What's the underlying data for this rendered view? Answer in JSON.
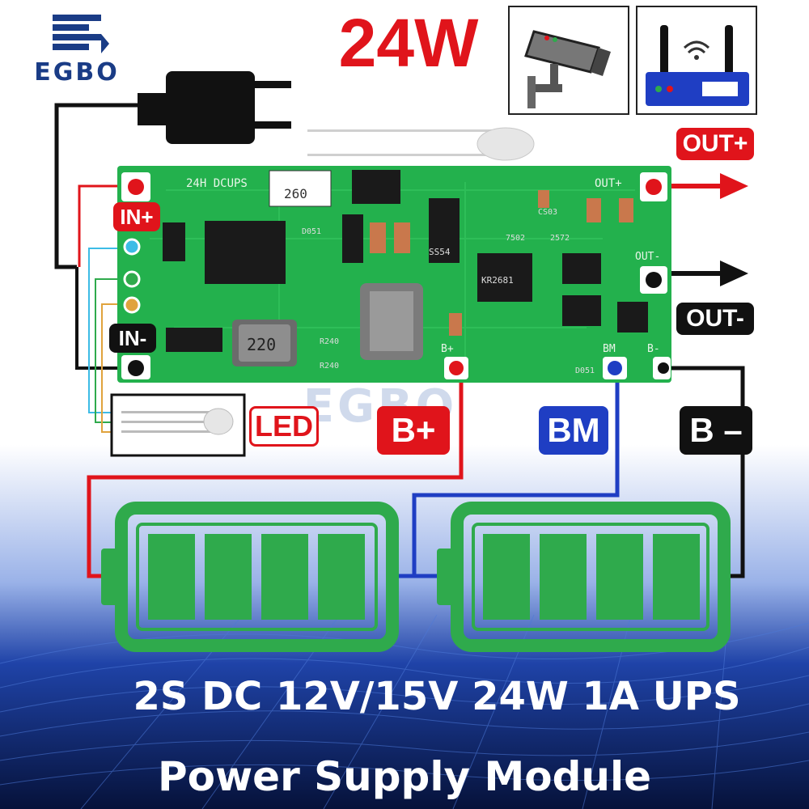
{
  "brand": {
    "name": "EGBO",
    "color": "#1a3c86"
  },
  "headline": {
    "power": "24W"
  },
  "board": {
    "silkscreen_title": "24H DCUPS",
    "chips": [
      "260",
      "220",
      "SS54",
      "KR2681",
      "D051",
      "R240",
      "R240",
      "2572",
      "7502",
      "D051",
      "CS03"
    ],
    "pad_labels": {
      "out_plus": "OUT+",
      "out_minus": "OUT-",
      "b_plus": "B+",
      "bm": "BM",
      "b_minus": "B-"
    }
  },
  "labels": {
    "in_plus": "IN+",
    "in_minus": "IN-",
    "out_plus": "OUT+",
    "out_minus": "OUT-",
    "led": "LED",
    "b_plus": "B+",
    "bm": "BM",
    "b_minus": "B –"
  },
  "icons": [
    "egbo-logo-icon",
    "power-plug-icon",
    "led-icon",
    "security-camera-icon",
    "wifi-router-icon",
    "battery-icon",
    "arrow-right-icon"
  ],
  "colors": {
    "red": "#e0141b",
    "pcb_green": "#23b14d",
    "battery_green": "#2faa4c",
    "blue": "#1f3ec3",
    "black": "#111111",
    "bg_dark": "#0a1a44"
  },
  "caption": {
    "line1": "2S DC 12V/15V 24W 1A UPS",
    "line2": "Power Supply Module"
  },
  "watermark": "EGBO"
}
